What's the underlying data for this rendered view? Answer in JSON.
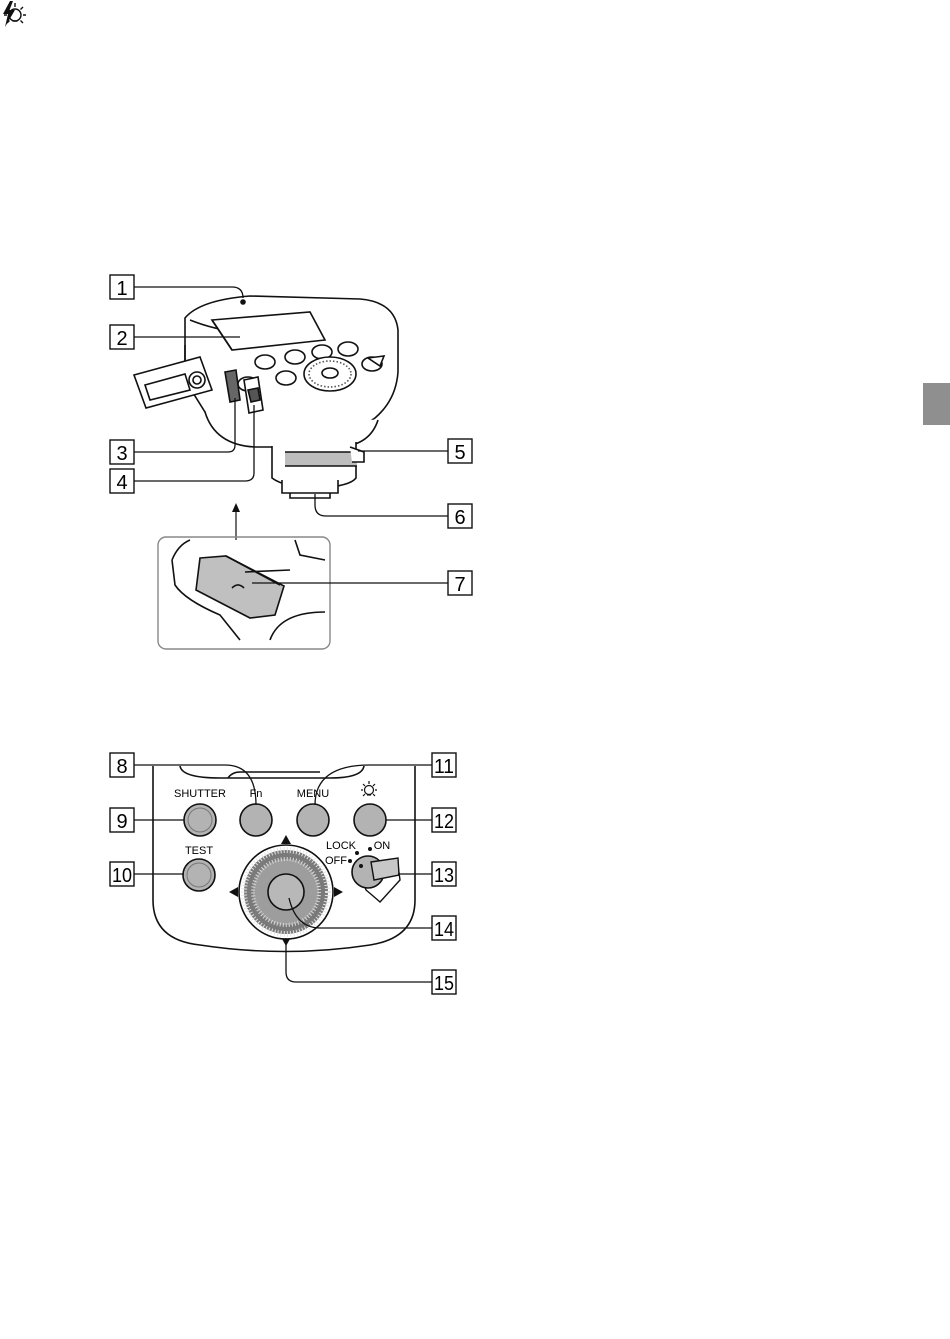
{
  "colors": {
    "ink": "#111111",
    "side_tab": "#8f8f8f",
    "device_body": "#ffffff",
    "dial_knurl": "#6f6f6f",
    "button_fill": "#b3b3b3"
  },
  "callouts": [
    "1",
    "2",
    "3",
    "4",
    "5",
    "6",
    "7",
    "8",
    "9",
    "10",
    "11",
    "12",
    "13",
    "14",
    "15"
  ],
  "button_labels": {
    "shutter": "SHUTTER",
    "fn": "Fn",
    "menu": "MENU",
    "test": "TEST",
    "lock": "LOCK",
    "off": "OFF",
    "on": "ON"
  },
  "icons": {
    "backlight": "bulb-icon",
    "flash": "flash-icon",
    "side_tab": "section-tab"
  }
}
